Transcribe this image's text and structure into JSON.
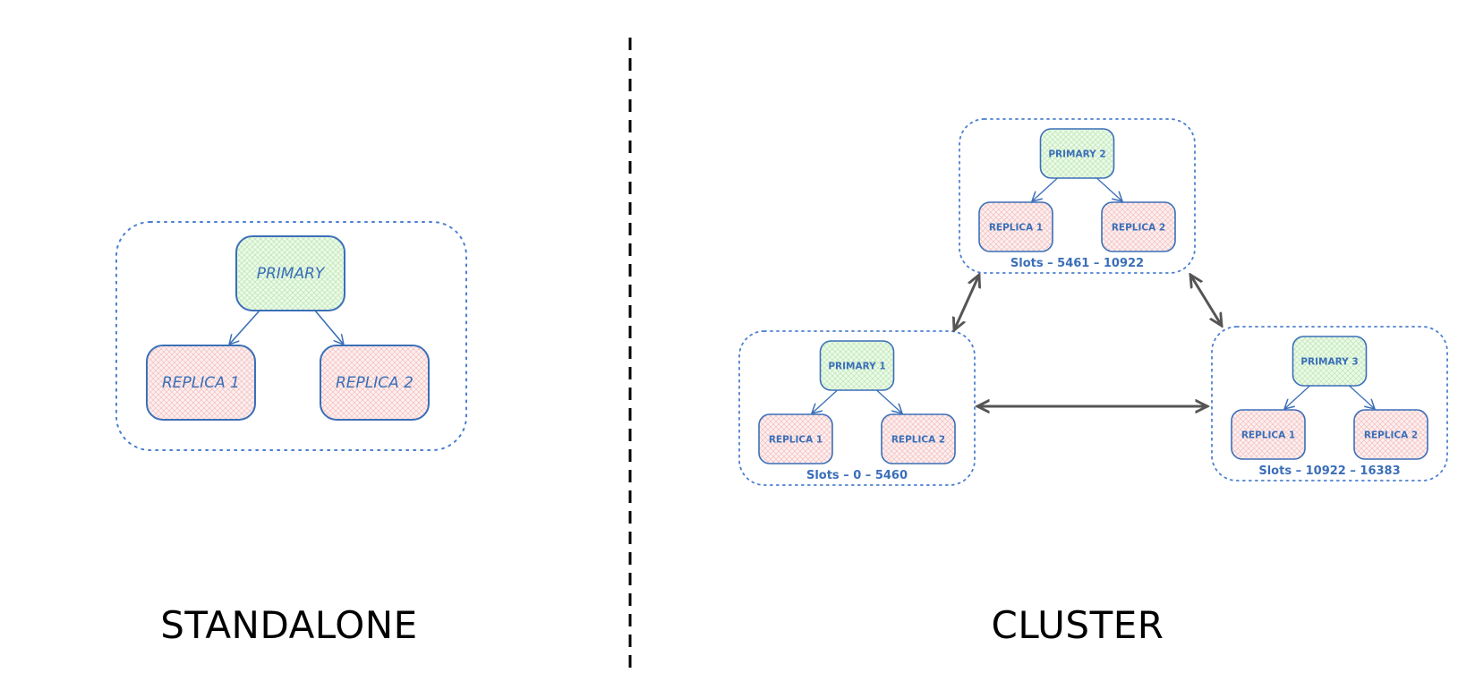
{
  "colors": {
    "node_stroke": "#3b6fb8",
    "primary_fill": "#dff5dc",
    "replica_fill": "#fbe3e3",
    "group_border": "#4a7fcf",
    "link_arrow": "#555555",
    "divider": "#000000",
    "text": "#3b6fb8"
  },
  "standalone": {
    "title": "STANDALONE",
    "primary": "PRIMARY",
    "replicas": [
      "REPLICA 1",
      "REPLICA 2"
    ]
  },
  "cluster": {
    "title": "CLUSTER",
    "shards": [
      {
        "primary": "PRIMARY 1",
        "replicas": [
          "REPLICA 1",
          "REPLICA 2"
        ],
        "slots": "Slots – 0 – 5460"
      },
      {
        "primary": "PRIMARY 2",
        "replicas": [
          "REPLICA 1",
          "REPLICA 2"
        ],
        "slots": "Slots – 5461 – 10922"
      },
      {
        "primary": "PRIMARY 3",
        "replicas": [
          "REPLICA 1",
          "REPLICA 2"
        ],
        "slots": "Slots – 10922 – 16383"
      }
    ],
    "links": [
      {
        "from": 0,
        "to": 1,
        "bidirectional": true
      },
      {
        "from": 1,
        "to": 2,
        "bidirectional": true
      },
      {
        "from": 0,
        "to": 2,
        "bidirectional": true
      }
    ]
  }
}
